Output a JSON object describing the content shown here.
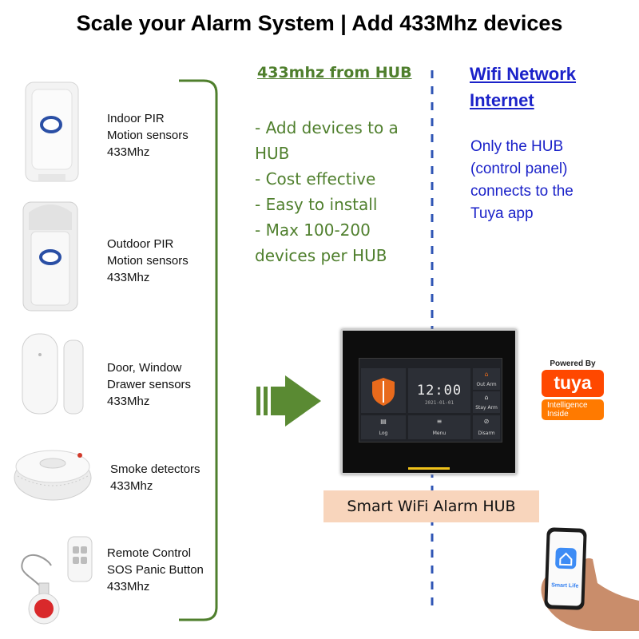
{
  "title": "Scale your Alarm System | Add 433Mhz devices",
  "devices": [
    {
      "name": "Indoor PIR",
      "line2": "Motion sensors",
      "line3": "433Mhz"
    },
    {
      "name": "Outdoor PIR",
      "line2": "Motion sensors",
      "line3": "433Mhz"
    },
    {
      "name": "Door, Window",
      "line2": "Drawer sensors",
      "line3": "433Mhz"
    },
    {
      "name": "Smoke detectors",
      "line2": "433Mhz"
    },
    {
      "name": "Remote Control",
      "line2": "SOS  Panic Button",
      "line3": "433Mhz"
    }
  ],
  "hub_section": {
    "heading": "433mhz from HUB",
    "features": [
      "- Add devices to a",
      "HUB",
      "- Cost effective",
      "- Easy to install",
      "- Max 100-200",
      "devices per HUB"
    ]
  },
  "wifi_section": {
    "heading_line1": "Wifi Network",
    "heading_line2": "Internet",
    "text": [
      "Only the HUB",
      "(control panel)",
      "connects to the",
      "Tuya app"
    ]
  },
  "hub_caption": "Smart WiFi Alarm HUB",
  "hub_screen": {
    "clock": "12:00",
    "date": "2021-01-01",
    "tiles": {
      "out_arm": "Out Arm",
      "stay_arm": "Stay Arm",
      "log": "Log",
      "menu": "Menu",
      "disarm": "Disarm"
    }
  },
  "tuya_badge": {
    "powered_by": "Powered By",
    "logo": "tuya",
    "intelligence_line1": "Intelligence",
    "intelligence_line2": "Inside"
  },
  "phone": {
    "app_label": "Smart Life"
  },
  "colors": {
    "green": "#4f7f2d",
    "blue": "#1b22c9",
    "caption_bg": "#f8d5bc",
    "tuya_orange": "#ff4800"
  }
}
